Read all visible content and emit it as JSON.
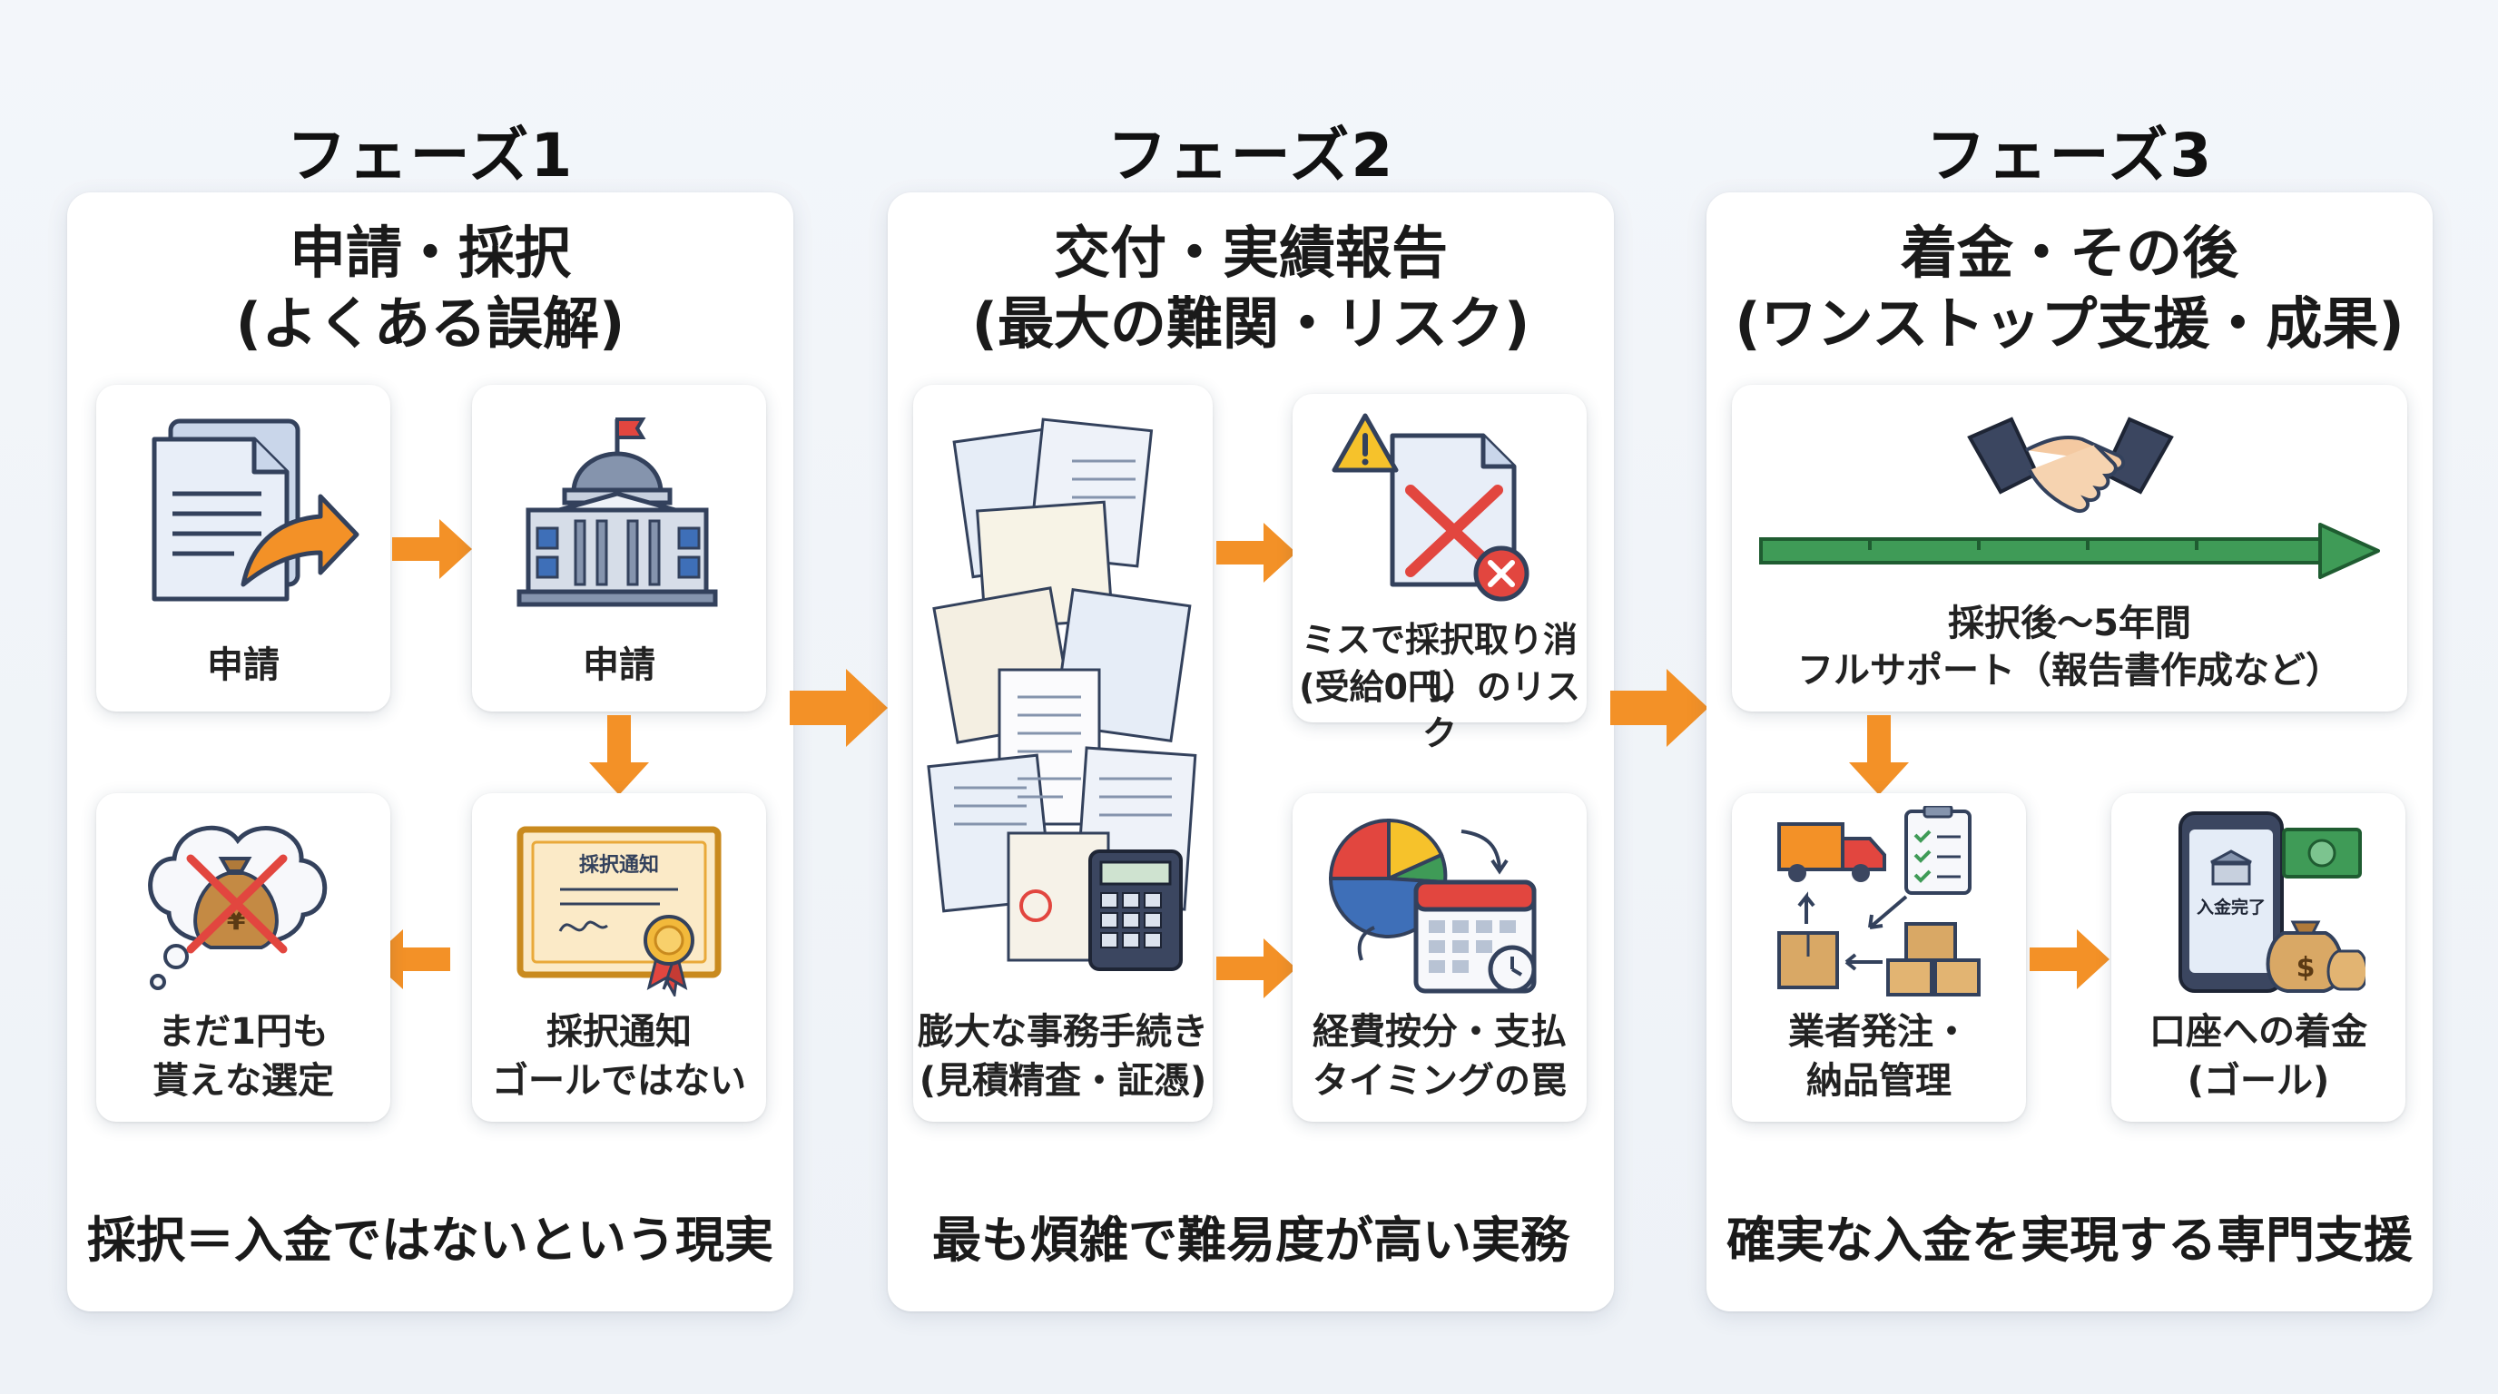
{
  "phases": [
    {
      "label": "フェーズ1",
      "title_line1": "申請・採択",
      "title_line2": "(よくある誤解)",
      "cards": [
        {
          "icon": "document-send-icon",
          "text1": "申請",
          "text2": ""
        },
        {
          "icon": "government-building-icon",
          "text1": "申請",
          "text2": ""
        },
        {
          "icon": "certificate-icon",
          "text1": "採択通知",
          "text2": "ゴールではない",
          "badge": "採択通知"
        },
        {
          "icon": "money-bag-crossed-icon",
          "text1": "まだ1円も",
          "text2": "貰えな選定"
        }
      ],
      "footer": "採択＝入金ではないという現実"
    },
    {
      "label": "フェーズ2",
      "title_line1": "交付・実績報告",
      "title_line2": "(最大の難関・リスク)",
      "cards": [
        {
          "icon": "paperwork-stack-icon",
          "text1": "膨大な事務手続き",
          "text2": "(見積精査・証憑)"
        },
        {
          "icon": "document-error-icon",
          "text1": "ミスで採択取り消し",
          "text2": "(受給0円）のリスク"
        },
        {
          "icon": "pie-calendar-icon",
          "text1": "経費按分・支払",
          "text2": "タイミングの罠"
        }
      ],
      "footer": "最も煩雑で難易度が高い実務"
    },
    {
      "label": "フェーズ3",
      "title_line1": "着金・その後",
      "title_line2": "(ワンストップ支援・成果)",
      "cards": [
        {
          "icon": "handshake-icon",
          "text1": "採択後〜5年間",
          "text2": "フルサポート（報告書作成など）"
        },
        {
          "icon": "logistics-icon",
          "text1": "業者発注・",
          "text2": "納品管理"
        },
        {
          "icon": "phone-deposit-icon",
          "text1": "口座への着金",
          "text2": "(ゴール)",
          "badge": "入金完了"
        }
      ],
      "footer": "確実な入金を実現する専門支援"
    }
  ],
  "colors": {
    "accent_orange": "#f39127",
    "timeline_green": "#3f9b57",
    "red_cross": "#e2463f",
    "paper_blue": "#dde6f3",
    "gold": "#e9a93a"
  }
}
